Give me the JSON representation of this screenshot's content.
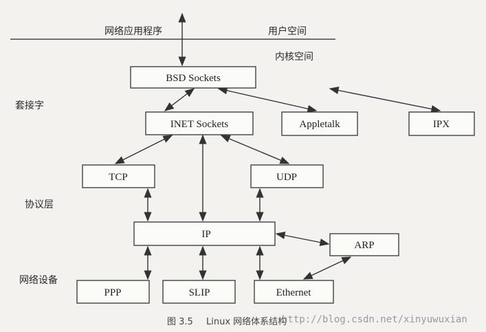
{
  "labels": {
    "app": "网络应用程序",
    "user_space": "用户空间",
    "kernel_space": "内核空间",
    "socket_layer": "套接字",
    "protocol_layer": "协议层",
    "device_layer": "网络设备"
  },
  "nodes": {
    "bsd": "BSD Sockets",
    "inet": "INET Sockets",
    "appletalk": "Appletalk",
    "ipx": "IPX",
    "tcp": "TCP",
    "udp": "UDP",
    "ip": "IP",
    "arp": "ARP",
    "ppp": "PPP",
    "slip": "SLIP",
    "ethernet": "Ethernet"
  },
  "caption": {
    "number": "图 3.5",
    "title": "Linux 网络体系结构"
  },
  "watermark": "http://blog.csdn.net/xinyuwuxian"
}
